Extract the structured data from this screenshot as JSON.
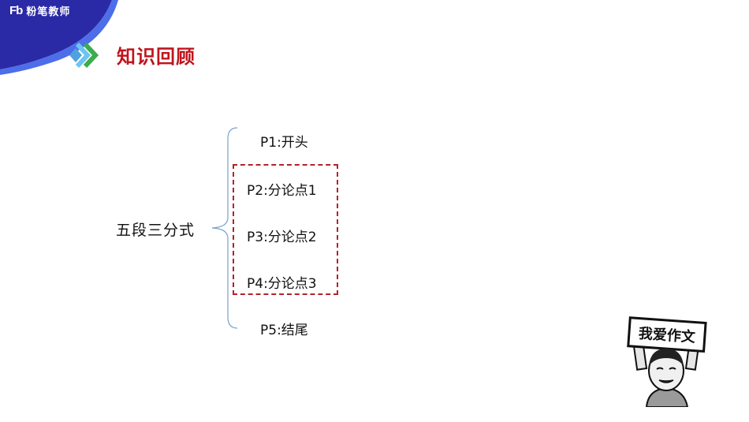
{
  "brand": {
    "mark": "Fb",
    "name": "粉笔教师",
    "primary_color": "#2a2aa6",
    "accent_color": "#4d6ee8"
  },
  "section": {
    "icon": "double-chevron-right-icon",
    "title": "知识回顾",
    "title_color": "#c0141c"
  },
  "diagram": {
    "root": "五段三分式",
    "items": [
      {
        "label": "P1:开头"
      },
      {
        "label": "P2:分论点1"
      },
      {
        "label": "P3:分论点2"
      },
      {
        "label": "P4:分论点3"
      },
      {
        "label": "P5:结尾"
      }
    ],
    "group_border_color": "#b3222a",
    "brace_color": "#7aa0cc"
  },
  "sticker": {
    "text": "我爱作文",
    "icon": "meme-face-holding-sign-icon"
  }
}
